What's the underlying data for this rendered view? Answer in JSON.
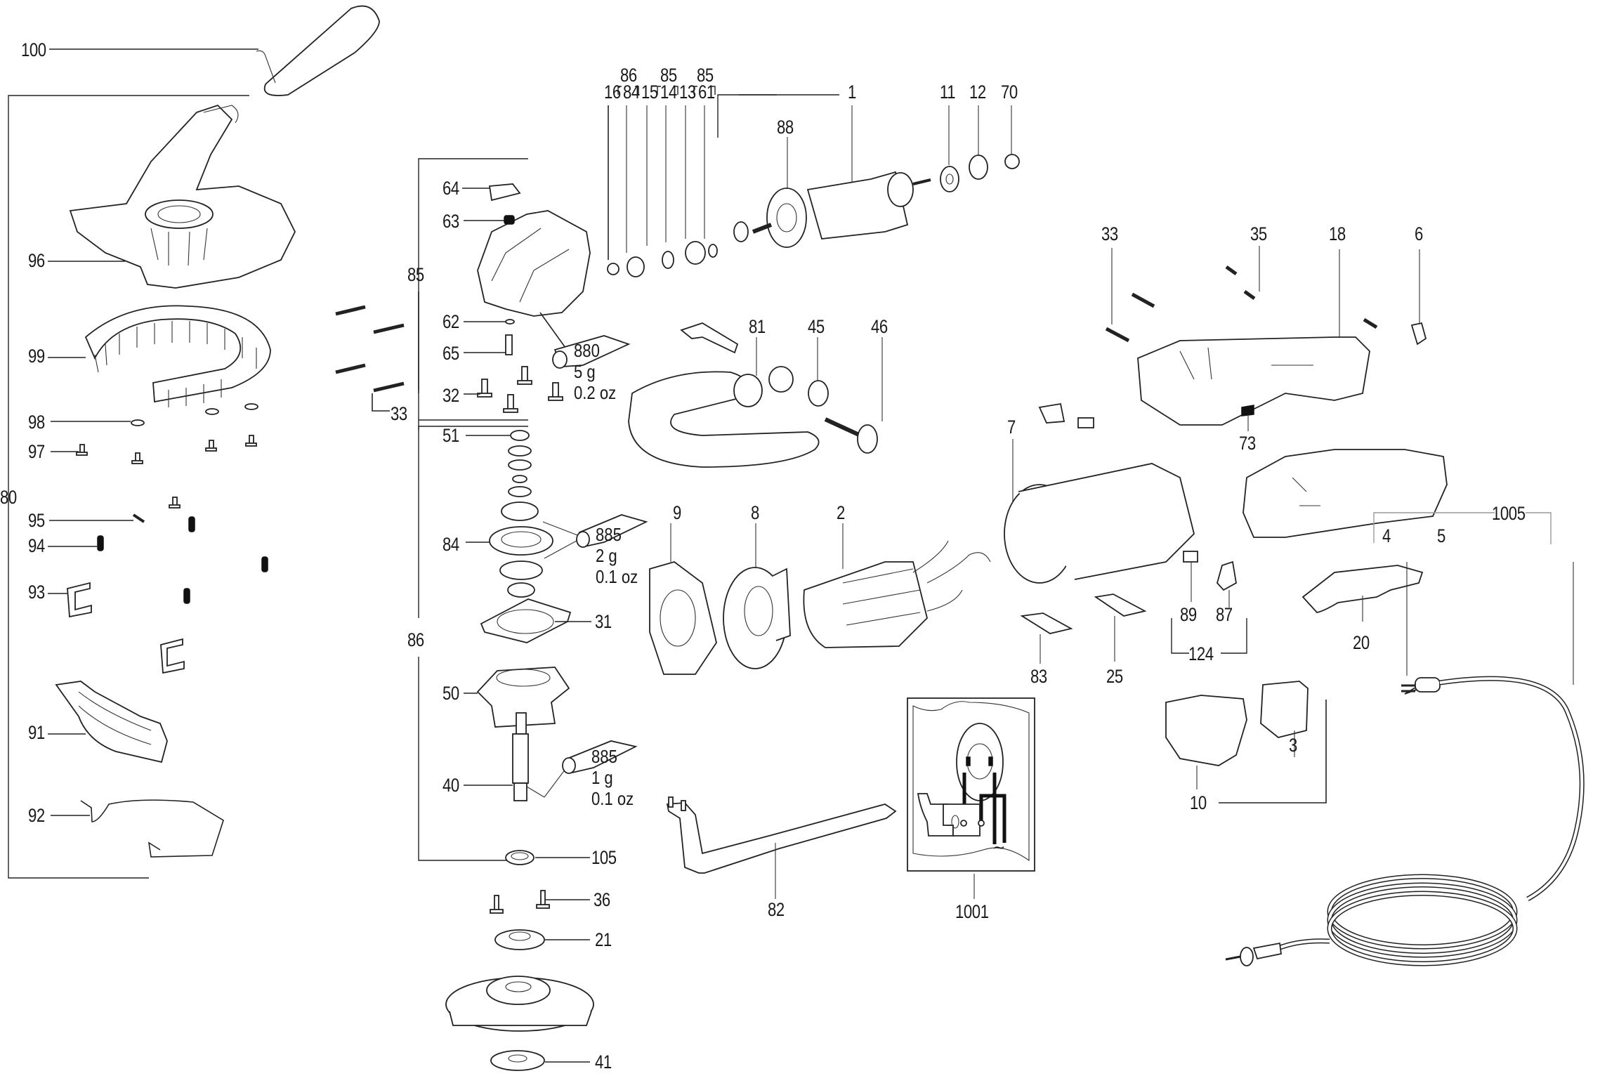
{
  "diagram": {
    "title": "Exploded parts diagram – angle grinder with dust extraction hood",
    "callouts": [
      {
        "id": "c100",
        "label": "100"
      },
      {
        "id": "c96",
        "label": "96"
      },
      {
        "id": "c99",
        "label": "99"
      },
      {
        "id": "c98",
        "label": "98"
      },
      {
        "id": "c97",
        "label": "97"
      },
      {
        "id": "c95",
        "label": "95"
      },
      {
        "id": "c94",
        "label": "94"
      },
      {
        "id": "c93",
        "label": "93"
      },
      {
        "id": "c91",
        "label": "91"
      },
      {
        "id": "c92",
        "label": "92"
      },
      {
        "id": "c80",
        "label": "80"
      },
      {
        "id": "c16",
        "label": "16"
      },
      {
        "id": "c84t",
        "label": "84"
      },
      {
        "id": "c15",
        "label": "15"
      },
      {
        "id": "c14",
        "label": "14"
      },
      {
        "id": "c13",
        "label": "13"
      },
      {
        "id": "c61",
        "label": "61"
      },
      {
        "id": "c86t",
        "label": "86"
      },
      {
        "id": "c85a",
        "label": "85"
      },
      {
        "id": "c85b",
        "label": "85"
      },
      {
        "id": "c1",
        "label": "1"
      },
      {
        "id": "c88",
        "label": "88"
      },
      {
        "id": "c11",
        "label": "11"
      },
      {
        "id": "c12",
        "label": "12"
      },
      {
        "id": "c70",
        "label": "70"
      },
      {
        "id": "c64",
        "label": "64"
      },
      {
        "id": "c63",
        "label": "63"
      },
      {
        "id": "c85",
        "label": "85"
      },
      {
        "id": "c62",
        "label": "62"
      },
      {
        "id": "c65",
        "label": "65"
      },
      {
        "id": "c32",
        "label": "32"
      },
      {
        "id": "c33a",
        "label": "33"
      },
      {
        "id": "c51",
        "label": "51"
      },
      {
        "id": "c84",
        "label": "84"
      },
      {
        "id": "c31",
        "label": "31"
      },
      {
        "id": "c86",
        "label": "86"
      },
      {
        "id": "c50",
        "label": "50"
      },
      {
        "id": "c40",
        "label": "40"
      },
      {
        "id": "c105",
        "label": "105"
      },
      {
        "id": "c36",
        "label": "36"
      },
      {
        "id": "c21",
        "label": "21"
      },
      {
        "id": "c41",
        "label": "41"
      },
      {
        "id": "c81",
        "label": "81"
      },
      {
        "id": "c45",
        "label": "45"
      },
      {
        "id": "c46",
        "label": "46"
      },
      {
        "id": "c9",
        "label": "9"
      },
      {
        "id": "c8",
        "label": "8"
      },
      {
        "id": "c2",
        "label": "2"
      },
      {
        "id": "c7",
        "label": "7"
      },
      {
        "id": "c83",
        "label": "83"
      },
      {
        "id": "c25",
        "label": "25"
      },
      {
        "id": "c82",
        "label": "82"
      },
      {
        "id": "c1001",
        "label": "1001"
      },
      {
        "id": "c33b",
        "label": "33"
      },
      {
        "id": "c35",
        "label": "35"
      },
      {
        "id": "c18",
        "label": "18"
      },
      {
        "id": "c6",
        "label": "6"
      },
      {
        "id": "c73",
        "label": "73"
      },
      {
        "id": "c89",
        "label": "89"
      },
      {
        "id": "c87",
        "label": "87"
      },
      {
        "id": "c124",
        "label": "124"
      },
      {
        "id": "c20",
        "label": "20"
      },
      {
        "id": "c1005",
        "label": "1005"
      },
      {
        "id": "c4",
        "label": "4"
      },
      {
        "id": "c5",
        "label": "5"
      },
      {
        "id": "c3",
        "label": "3"
      },
      {
        "id": "c10",
        "label": "10"
      }
    ],
    "grease_notes": [
      {
        "id": "g880",
        "code": "880",
        "amount": "5 g",
        "amount_imperial": "0.2 oz"
      },
      {
        "id": "g885a",
        "code": "885",
        "amount": "2 g",
        "amount_imperial": "0.1 oz"
      },
      {
        "id": "g885b",
        "code": "885",
        "amount": "1 g",
        "amount_imperial": "0.1 oz"
      }
    ],
    "wiring_diagram": {
      "symbol": "~"
    }
  }
}
